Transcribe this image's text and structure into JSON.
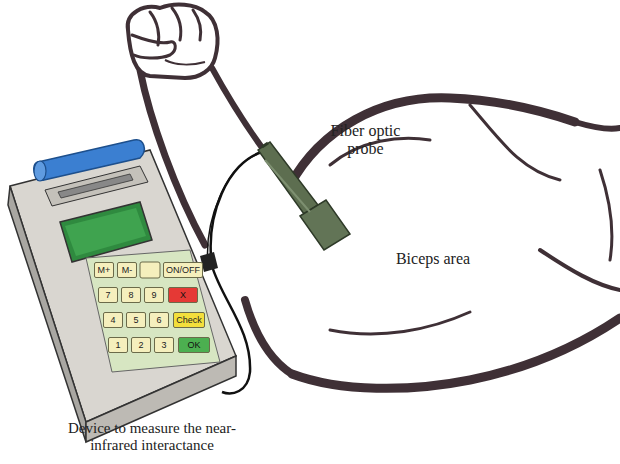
{
  "diagram": {
    "nodes": [
      {
        "text": [
          "M+"
        ]
      },
      {
        "text": [
          "M-"
        ]
      },
      {
        "text": [
          "ON/OFF"
        ]
      },
      {
        "text": [
          "7"
        ]
      },
      {
        "text": [
          "8"
        ]
      },
      {
        "text": [
          "9"
        ]
      },
      {
        "text": [
          "X"
        ]
      },
      {
        "text": [
          "4"
        ]
      },
      {
        "text": [
          "5"
        ]
      },
      {
        "text": [
          "6"
        ]
      },
      {
        "text": [
          "Check"
        ]
      },
      {
        "text": [
          "1"
        ]
      },
      {
        "text": [
          "2"
        ]
      },
      {
        "text": [
          "3"
        ]
      },
      {
        "text": [
          "OK"
        ]
      }
    ],
    "labels": [
      "Fiber optic probe",
      "Biceps area",
      "Device to measure the near-infrared interactance"
    ]
  }
}
